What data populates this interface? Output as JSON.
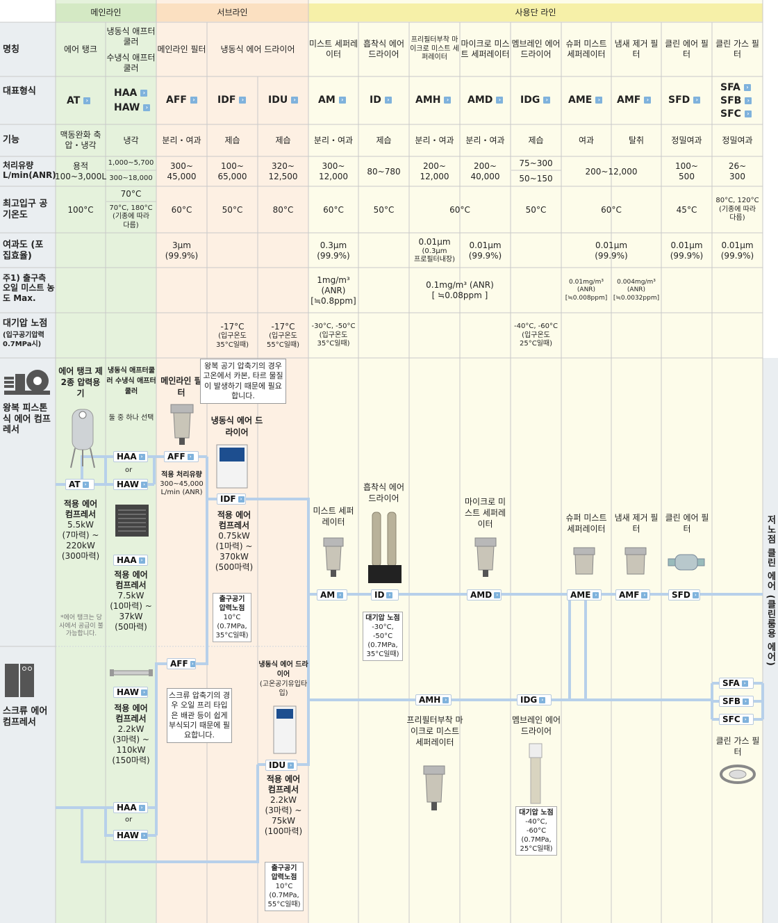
{
  "colors": {
    "main": "#e5f2dc",
    "sub": "#fdf0e3",
    "use": "#fdfcea",
    "left": "#eaeef1",
    "line": "#b7d0ea",
    "chip_arrow": "#7fb2dc"
  },
  "sections": [
    "메인라인",
    "서브라인",
    "사용단 라인"
  ],
  "row_labels": [
    "명칭",
    "대표형식",
    "기능",
    "처리유량 L/min(ANR)",
    "최고입구 공기온도",
    "여과도 (포집효율)",
    "주1) 출구측 오일 미스트 농도 Max.",
    "대기압 노점",
    "(입구공기압력 0.7MPa시)"
  ],
  "names": [
    "에어 탱크",
    "냉동식 애프터쿨러",
    "수냉식 애프터쿨러",
    "메인라인 필터",
    "냉동식 에어 드라이어",
    "미스트 세퍼레이터",
    "흡착식 에어 드라이어",
    "프리필터부착 마이크로 미스트 세퍼레이터",
    "마이크로 미스트 세퍼레이터",
    "멤브레인 에어 드라이어",
    "슈퍼 미스트 세퍼레이터",
    "냄새 제거 필터",
    "클린 에어 필터",
    "클린 가스 필터"
  ],
  "models": [
    "AT",
    "HAA",
    "HAW",
    "AFF",
    "IDF",
    "IDU",
    "AM",
    "ID",
    "AMH",
    "AMD",
    "IDG",
    "AME",
    "AMF",
    "SFD",
    "SFA",
    "SFB",
    "SFC"
  ],
  "functions": [
    "맥동완화 축압・냉각",
    "냉각",
    "분리・여과",
    "제습",
    "제습",
    "분리・여과",
    "제습",
    "분리・여과",
    "분리・여과",
    "제습",
    "여과",
    "탈취",
    "정밀여과",
    "정밀여과"
  ],
  "flow": [
    "용적",
    "100~3,000L",
    "1,000~5,700",
    "300~18,000",
    "300~",
    "45,000",
    "100~",
    "65,000",
    "320~",
    "12,500",
    "300~",
    "12,000",
    "80~780",
    "200~",
    "12,000",
    "200~",
    "40,000",
    "75~300",
    "50~150",
    "200~12,000",
    "100~",
    "500",
    "26~",
    "300"
  ],
  "temp": [
    "100°C",
    "70°C",
    "70°C, 180°C",
    "(기종에 따라",
    "다름)",
    "60°C",
    "50°C",
    "80°C",
    "60°C",
    "50°C",
    "60°C",
    "50°C",
    "60°C",
    "45°C",
    "80°C, 120°C",
    "(기종에 따라",
    "다름)"
  ],
  "filt": [
    "3μm",
    "(99.9%)",
    "0.3μm",
    "(99.9%)",
    "0.01μm",
    "(0.3μm",
    "프로필터내장)",
    "0.01μm",
    "(99.9%)",
    "0.01μm",
    "(99.9%)",
    "0.01μm",
    "(99.9%)",
    "0.01μm",
    "(99.9%)"
  ],
  "oil": [
    "1mg/m³",
    "(ANR)",
    "[≒0.8ppm]",
    "0.1mg/m³ (ANR)",
    "[ ≒0.08ppm ]",
    "0.01mg/m³",
    "(ANR)",
    "[≒0.008ppm]",
    "0.004mg/m³",
    "(ANR)",
    "[≒0.0032ppm]"
  ],
  "dew": [
    "-17°C",
    "(입구온도",
    "35°C일때)",
    "-17°C",
    "(입구온도",
    "55°C일때)",
    "-30°C, -50°C",
    "(입구온도",
    "35°C일때)",
    "-40°C, -60°C",
    "(입구온도",
    "25°C일때)"
  ],
  "flowchart": {
    "recip": "왕복 피스톤식 에어 컴프레서",
    "screw": "스크류 에어 컴프레서",
    "tank_title": "에어 탱크 제2종 압력용기",
    "cooler_title": "냉동식 애프터쿨러 수냉식 애프터쿨러",
    "cooler_sel": "둘 중 하나 선택",
    "filter_title": "메인라인 필터",
    "callout1": "왕복 공기 압축기의 경우 고온에서 카본, 타르 물질이 발생하기 때문에 필요합니다.",
    "callout2": "스크류 압축기의 경우 오일 프리 타입은 배관 등이 쉽게 부식되기 때문에 필요합니다.",
    "or": "or",
    "idf_title": "냉동식 에어 드라이어",
    "idu_title": "냉동식 에어 드라이어",
    "idu_sub": "(고온공기유입타입)",
    "flow_title": "적용 처리유량",
    "flow_val": "300~45,000 L/min (ANR)",
    "tank_comp": [
      "적용 에어",
      "컴프레서",
      "5.5kW",
      "(7마력) ~",
      "220kW",
      "(300마력)"
    ],
    "haa_comp": [
      "적용 에어",
      "컴프레서",
      "7.5kW",
      "(10마력) ~",
      "37kW",
      "(50마력)"
    ],
    "haw_comp": [
      "적용 에어",
      "컴프레서",
      "2.2kW",
      "(3마력) ~",
      "110kW",
      "(150마력)"
    ],
    "idf_comp": [
      "적용 에어",
      "컴프레서",
      "0.75kW",
      "(1마력) ~",
      "370kW",
      "(500마력)"
    ],
    "idu_comp": [
      "적용 에어",
      "컴프레서",
      "2.2kW",
      "(3마력) ~",
      "75kW",
      "(100마력)"
    ],
    "idf_dew": [
      "출구공기",
      "압력노점",
      "10°C",
      "(0.7MPa,",
      "35°C일때)"
    ],
    "idu_dew": [
      "출구공기",
      "압력노점",
      "10°C",
      "(0.7MPa,",
      "55°C일때)"
    ],
    "tank_note": "*에어 탱크는 당사에서 공급이 불가능합니다.",
    "id_dew": [
      "대기압 노점",
      "-30°C, -50°C",
      "(0.7MPa,",
      "35°C일때)"
    ],
    "idg_dew": [
      "대기압 노점",
      "-40°C, -60°C",
      "(0.7MPa,",
      "25°C일때)"
    ],
    "am_title": "미스트 세퍼레이터",
    "id_title": "흡착식 에어 드라이어",
    "amd_title": "마이크로 미스트 세퍼레이터",
    "ame_title": "슈퍼 미스트 세퍼레이터",
    "amf_title": "냄새 제거 필터",
    "sfd_title": "클린 에어 필터",
    "amh_title": "프리필터부착 마이크로 미스트 세퍼레이터",
    "idg_title": "멤브레인 에어 드라이어",
    "sf_title": "클린 가스 필터",
    "output": "저노점 클린 에어 (클린룸용 에어)"
  }
}
